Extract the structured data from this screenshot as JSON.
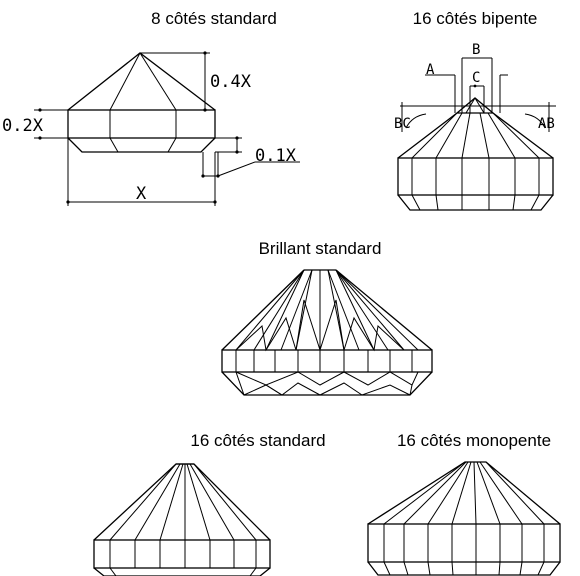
{
  "titles": {
    "octagon": "8 côtés standard",
    "bipente": "16 côtés bipente",
    "brillant": "Brillant standard",
    "sixteen_standard": "16 côtés standard",
    "monopente": "16 côtés monopente"
  },
  "dimensions": {
    "crown_height": "0.4X",
    "girdle_height": "0.2X",
    "pavilion_step": "0.1X",
    "width": "X"
  },
  "bipente_labels": {
    "a_top": "A",
    "b_top": "B",
    "c_top": "C",
    "bc_left": "BC",
    "ab_right": "AB"
  }
}
